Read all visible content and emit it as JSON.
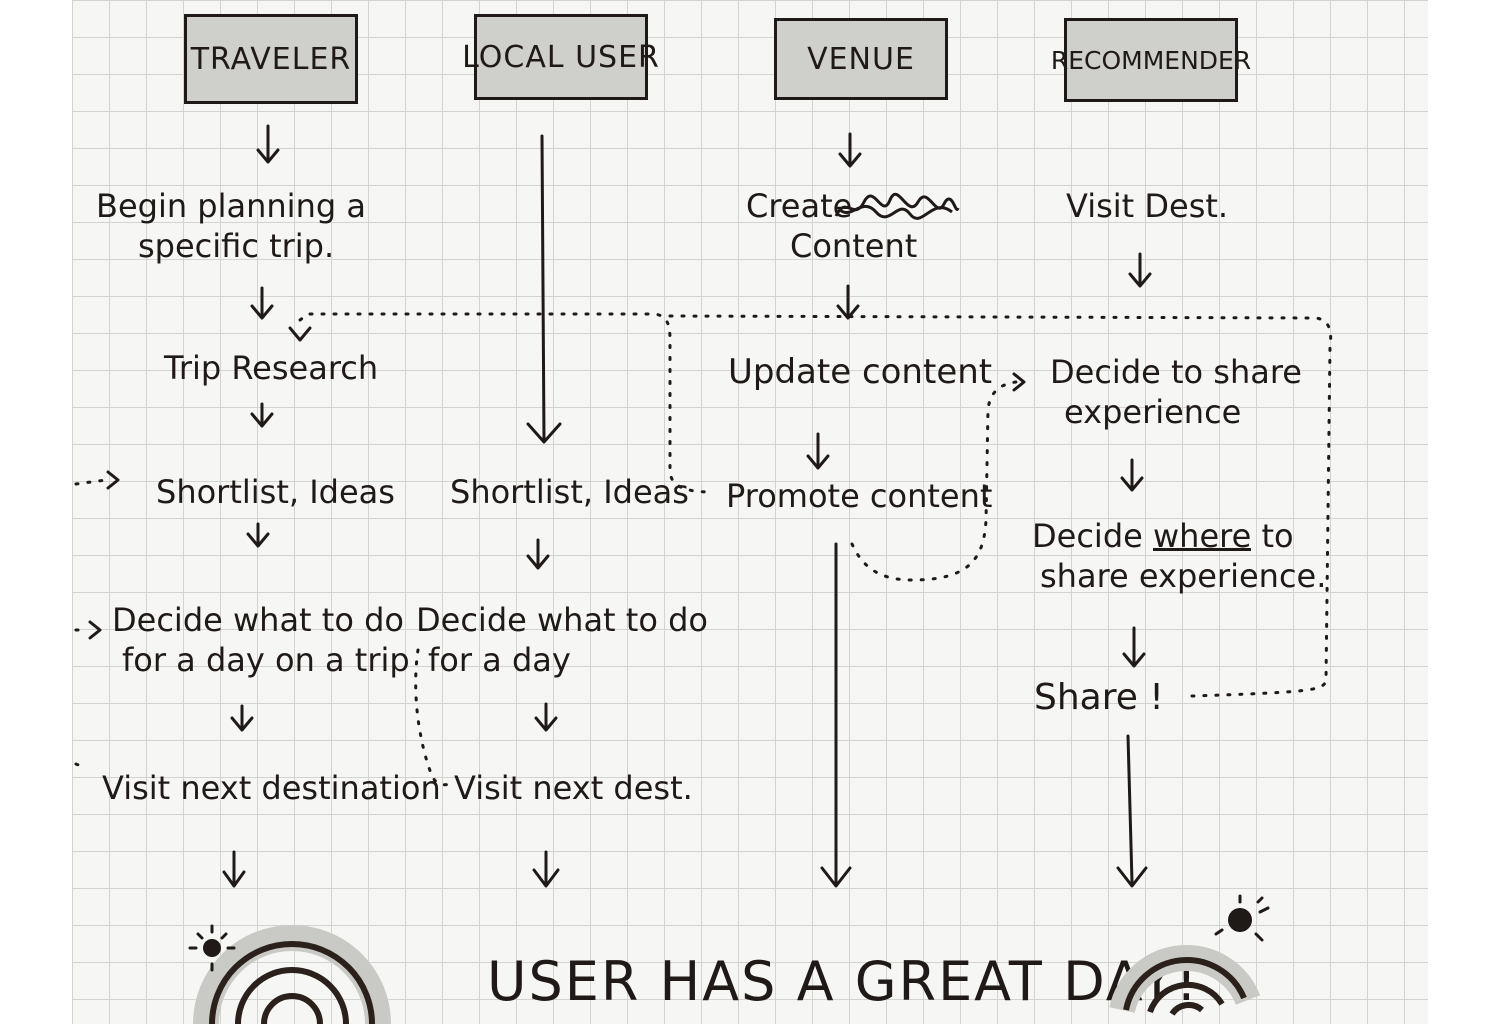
{
  "headers": {
    "traveler": "TRAVELER",
    "local_user": "LOCAL USER",
    "venue": "VENUE",
    "recommender": "RECOMMENDER"
  },
  "traveler": {
    "step1": [
      "Begin planning a",
      "specific trip."
    ],
    "step2": "Trip Research",
    "step3": "Shortlist, Ideas",
    "step4": [
      "Decide what to do",
      "for a day on a trip"
    ],
    "step5": "Visit next destination"
  },
  "local_user": {
    "step1": "Shortlist, Ideas",
    "step2": [
      "Decide what to do",
      "for a day"
    ],
    "step3": "Visit next dest."
  },
  "venue": {
    "step1": [
      "Create",
      "Content"
    ],
    "step2": "Update content",
    "step3": "Promote content"
  },
  "recommender": {
    "step1": "Visit Dest.",
    "step2": [
      "Decide to share",
      "experience"
    ],
    "step3_prefix": "Decide ",
    "step3_emphasis": "where",
    "step3_suffix": " to",
    "step3_line2": "share experience.",
    "step4": "Share !"
  },
  "conclusion": "USER HAS A GREAT DAY!"
}
